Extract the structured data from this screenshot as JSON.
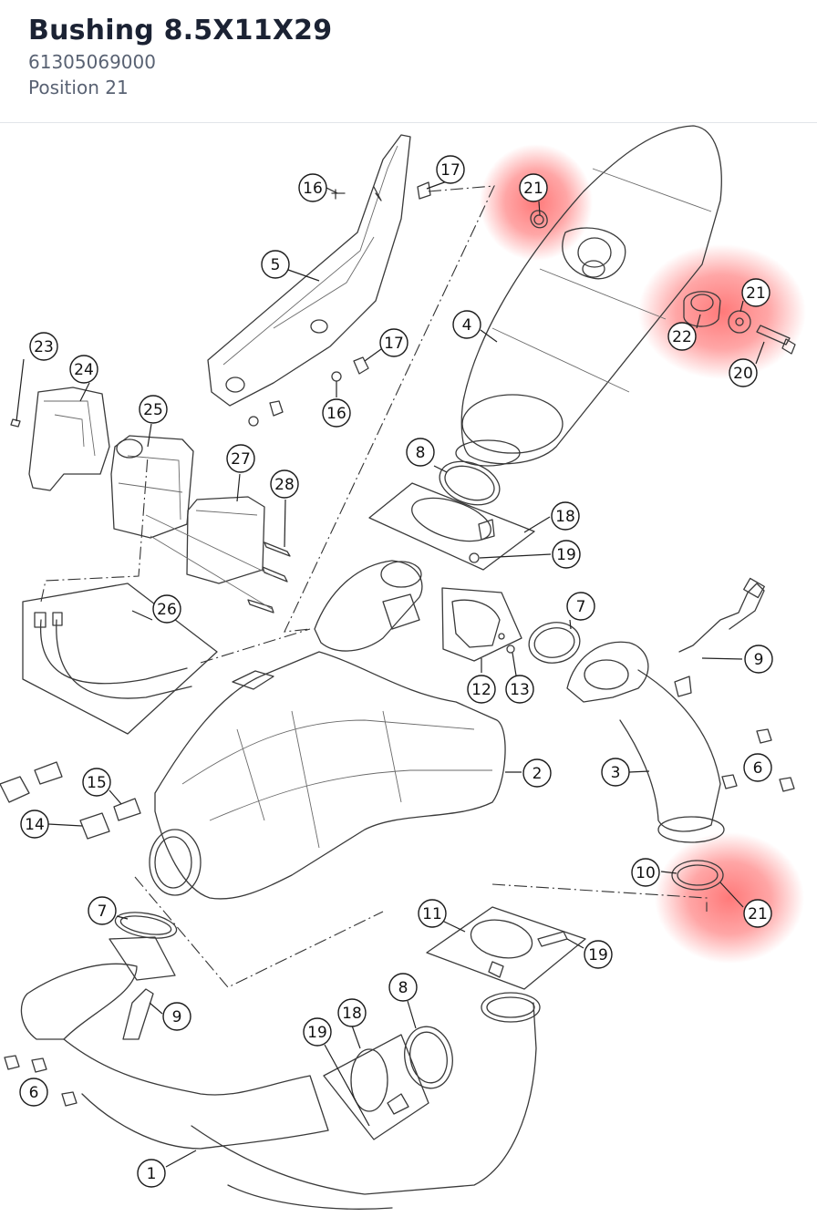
{
  "header": {
    "title": "Bushing 8.5X11X29",
    "part_number": "61305069000",
    "position": "Position 21"
  },
  "colors": {
    "highlight": "#ff4d4d",
    "line": "#3a3a3a",
    "title": "#1b2233",
    "subtitle": "#596273"
  },
  "callouts": [
    {
      "label": "21",
      "highlighted": true
    },
    {
      "label": "17"
    },
    {
      "label": "16"
    },
    {
      "label": "5"
    },
    {
      "label": "4"
    },
    {
      "label": "21",
      "highlighted": true
    },
    {
      "label": "22"
    },
    {
      "label": "20"
    },
    {
      "label": "17"
    },
    {
      "label": "16"
    },
    {
      "label": "23"
    },
    {
      "label": "24"
    },
    {
      "label": "25"
    },
    {
      "label": "27"
    },
    {
      "label": "28"
    },
    {
      "label": "8"
    },
    {
      "label": "18"
    },
    {
      "label": "19"
    },
    {
      "label": "26"
    },
    {
      "label": "7"
    },
    {
      "label": "12"
    },
    {
      "label": "13"
    },
    {
      "label": "9"
    },
    {
      "label": "2"
    },
    {
      "label": "3"
    },
    {
      "label": "6"
    },
    {
      "label": "15"
    },
    {
      "label": "14"
    },
    {
      "label": "10"
    },
    {
      "label": "21",
      "highlighted": true
    },
    {
      "label": "7"
    },
    {
      "label": "11"
    },
    {
      "label": "19"
    },
    {
      "label": "9"
    },
    {
      "label": "8"
    },
    {
      "label": "18"
    },
    {
      "label": "19"
    },
    {
      "label": "6"
    },
    {
      "label": "1"
    }
  ]
}
